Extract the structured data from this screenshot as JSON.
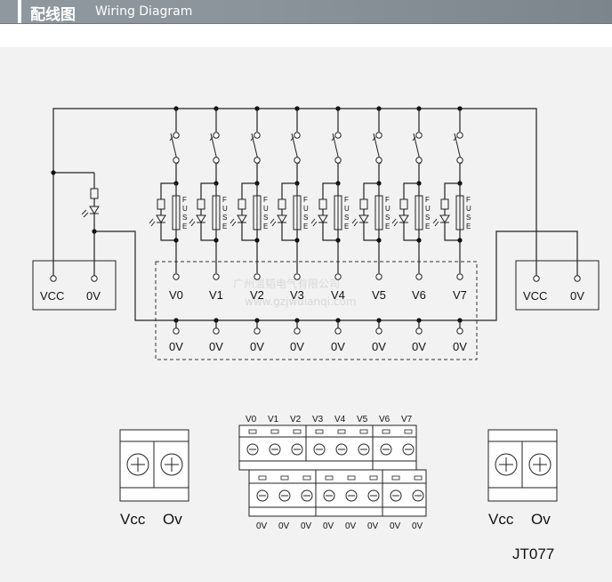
{
  "header": {
    "title_cn": "配线图",
    "title_en": "Wiring Diagram"
  },
  "schematic": {
    "left_block": {
      "vcc": "VCC",
      "zero": "0V"
    },
    "right_block": {
      "vcc": "VCC",
      "zero": "0V"
    },
    "fuse_letters": [
      "F",
      "U",
      "S",
      "E"
    ],
    "channels": [
      {
        "label": "V0",
        "ground": "0V"
      },
      {
        "label": "V1",
        "ground": "0V"
      },
      {
        "label": "V2",
        "ground": "0V"
      },
      {
        "label": "V3",
        "ground": "0V"
      },
      {
        "label": "V4",
        "ground": "0V"
      },
      {
        "label": "V5",
        "ground": "0V"
      },
      {
        "label": "V6",
        "ground": "0V"
      },
      {
        "label": "V7",
        "ground": "0V"
      }
    ]
  },
  "terminal_block": {
    "top_labels": [
      "V0",
      "V1",
      "V2",
      "V3",
      "V4",
      "V5",
      "V6",
      "V7"
    ],
    "bottom_labels": [
      "0V",
      "0V",
      "0V",
      "0V",
      "0V",
      "0V",
      "0V",
      "0V"
    ]
  },
  "left_connector": {
    "label_a": "Vcc",
    "label_b": "Ov"
  },
  "right_connector": {
    "label_a": "Vcc",
    "label_b": "Ov"
  },
  "model": "JT077",
  "watermark": {
    "line1": "广州温韬电气有限公司",
    "line2": "www.gzjwdianqi.com"
  }
}
